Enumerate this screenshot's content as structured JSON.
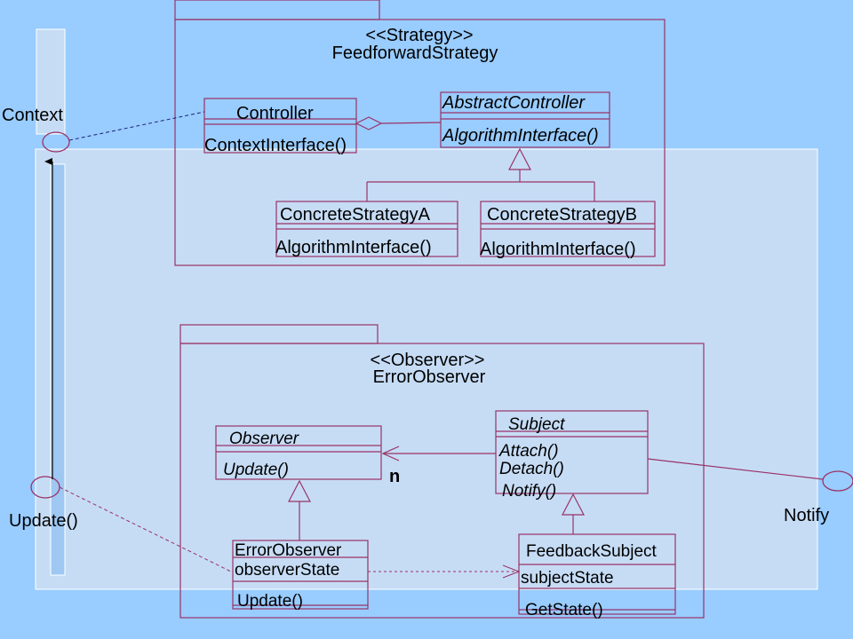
{
  "diagram": {
    "context": {
      "label": "Context"
    },
    "update_port": {
      "label": "Update()"
    },
    "notify_port": {
      "label": "Notify"
    },
    "strategy": {
      "stereotype": "<<Strategy>>",
      "name": "FeedforwardStrategy",
      "controller": {
        "name": "Controller",
        "operation": "ContextInterface()"
      },
      "abstract_controller": {
        "name": "AbstractController",
        "operation": "AlgorithmInterface()"
      },
      "concrete_a": {
        "name": "ConcreteStrategyA",
        "operation": "AlgorithmInterface()"
      },
      "concrete_b": {
        "name": "ConcreteStrategyB",
        "operation": "AlgorithmInterface()"
      }
    },
    "observer": {
      "stereotype": "<<Observer>>",
      "name": "ErrorObserver",
      "observer_class": {
        "name": "Observer",
        "operation": "Update()"
      },
      "subject_class": {
        "name": "Subject",
        "operations": [
          "Attach()",
          "Detach()",
          "Notify()"
        ]
      },
      "multiplicity": "n",
      "error_observer": {
        "name": "ErrorObserver",
        "attribute": "observerState",
        "operation": "Update()"
      },
      "feedback_subject": {
        "name": "FeedbackSubject",
        "attribute": "subjectState",
        "operation": "GetState()"
      }
    },
    "colors": {
      "background": "#99ccff",
      "panel": "#c6dcf5",
      "line": "#993366",
      "package_line": "#993366"
    }
  }
}
